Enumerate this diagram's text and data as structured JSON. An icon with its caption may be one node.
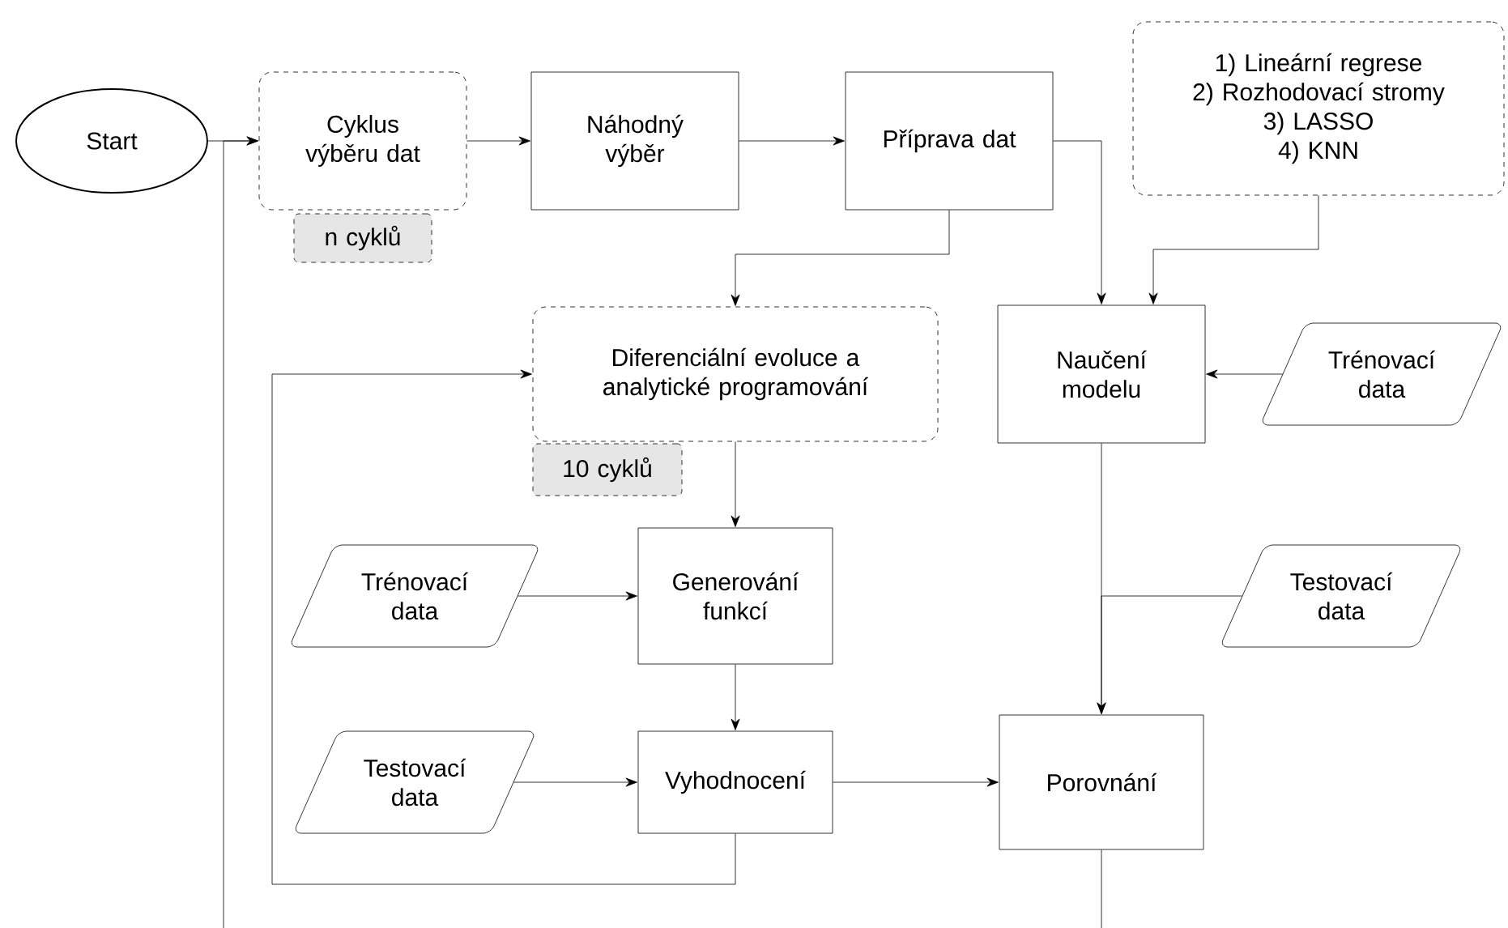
{
  "diagram": {
    "nodes": [
      {
        "text": [
          "Start"
        ]
      },
      {
        "text": [
          "Cyklus výběru dat"
        ]
      },
      {
        "text": [
          "n cyklů"
        ]
      },
      {
        "text": [
          "Náhodný výběr"
        ]
      },
      {
        "text": [
          "Příprava dat"
        ]
      },
      {
        "text": [
          "1) Lineární regrese",
          "2) Rozhodovací stromy",
          "3) LASSO",
          "4) KNN"
        ]
      },
      {
        "text": [
          "Diferenciální evoluce a analytické programování"
        ]
      },
      {
        "text": [
          "10 cyklů"
        ]
      },
      {
        "text": [
          "Naučení modelu"
        ]
      },
      {
        "text": [
          "Trénovací data"
        ]
      },
      {
        "text": [
          "Trénovací data"
        ]
      },
      {
        "text": [
          "Generování funkcí"
        ]
      },
      {
        "text": [
          "Testovací data"
        ]
      },
      {
        "text": [
          "Testovací data"
        ]
      },
      {
        "text": [
          "Vyhodnocení"
        ]
      },
      {
        "text": [
          "Porovnání"
        ]
      }
    ],
    "edges": [
      {
        "from": null,
        "to": 1,
        "arrow": "to"
      },
      {
        "from": 0,
        "to": 1,
        "arrow": "to"
      },
      {
        "from": 1,
        "to": 3,
        "arrow": "to"
      },
      {
        "from": 3,
        "to": 4,
        "arrow": "to"
      },
      {
        "from": 4,
        "to": 6,
        "arrow": "to"
      },
      {
        "from": 4,
        "to": 8,
        "arrow": "to"
      },
      {
        "from": 5,
        "to": 8,
        "arrow": "to"
      },
      {
        "from": 9,
        "to": 8,
        "arrow": "to"
      },
      {
        "from": 6,
        "to": 11,
        "arrow": "to"
      },
      {
        "from": 10,
        "to": 11,
        "arrow": "to"
      },
      {
        "from": 11,
        "to": 14,
        "arrow": "to"
      },
      {
        "from": 13,
        "to": 14,
        "arrow": "to"
      },
      {
        "from": 14,
        "to": 15,
        "arrow": "to"
      },
      {
        "from": 14,
        "to": 6,
        "arrow": "to"
      },
      {
        "from": 8,
        "to": 15,
        "arrow": "to"
      },
      {
        "from": 12,
        "to": 15,
        "arrow": "to"
      },
      {
        "from": 15,
        "to": null,
        "arrow": "none"
      }
    ]
  }
}
